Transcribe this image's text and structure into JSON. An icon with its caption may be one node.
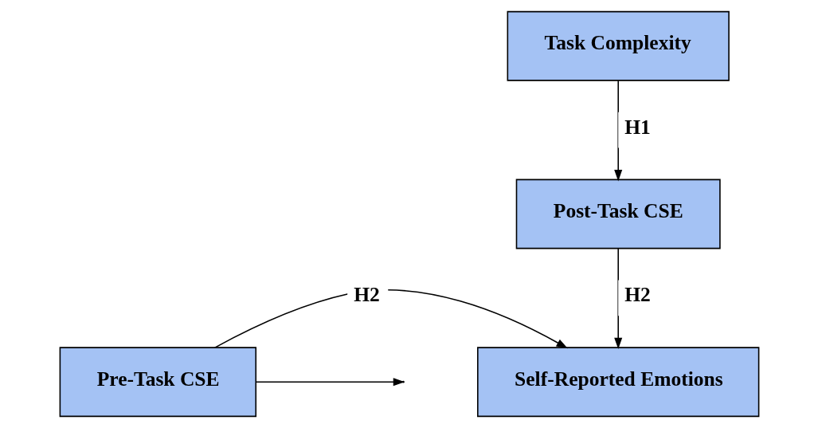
{
  "diagram": {
    "nodes": [
      {
        "text": [
          "Task Complexity"
        ]
      },
      {
        "text": [
          "Pre-Task CSE"
        ]
      },
      {
        "text": [
          "Self-Reported Emotions"
        ]
      },
      {
        "text": [
          "Post-Task CSE"
        ]
      }
    ],
    "edges": [
      {
        "from": 0,
        "to": 3,
        "arrow": "to",
        "label": "H1"
      },
      {
        "from": 1,
        "to": null,
        "arrow": "to"
      },
      {
        "from": 1,
        "to": 2,
        "arrow": "to",
        "label": "H2"
      },
      {
        "from": 3,
        "to": 2,
        "arrow": "to",
        "label": "H2"
      }
    ]
  }
}
